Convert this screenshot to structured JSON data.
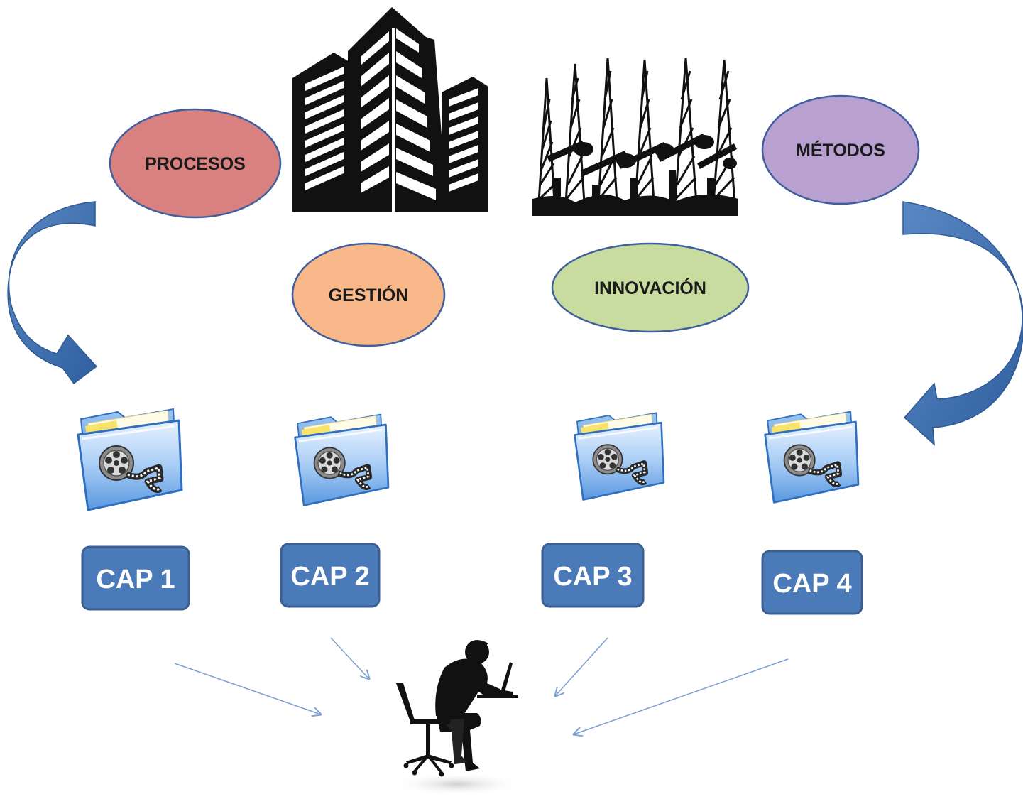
{
  "ellipses": {
    "procesos": {
      "label": "PROCESOS",
      "fill": "#d98080",
      "stroke": "#3f5f9f"
    },
    "metodos": {
      "label": "MÉTODOS",
      "fill": "#b8a0d0",
      "stroke": "#3f5f9f"
    },
    "gestion": {
      "label": "GESTIÓN",
      "fill": "#f8b88a",
      "stroke": "#3f5f9f"
    },
    "innovacion": {
      "label": "INNOVACIÓN",
      "fill": "#c8dca0",
      "stroke": "#3f5f9f"
    }
  },
  "chapters": [
    {
      "label": "CAP 1",
      "icon": "video-folder-icon"
    },
    {
      "label": "CAP 2",
      "icon": "video-folder-icon"
    },
    {
      "label": "CAP 3",
      "icon": "video-folder-icon"
    },
    {
      "label": "CAP 4",
      "icon": "video-folder-icon"
    }
  ],
  "images": {
    "buildings": "office-buildings-silhouette",
    "oil_rigs": "oil-derricks-silhouette",
    "student": "person-at-laptop-silhouette"
  },
  "colors": {
    "cap_box": "#4a7ab8",
    "cap_box_border": "#3a5f90",
    "arrow_blue": "#3f6fb0",
    "thin_arrow": "#7a9fd0"
  }
}
